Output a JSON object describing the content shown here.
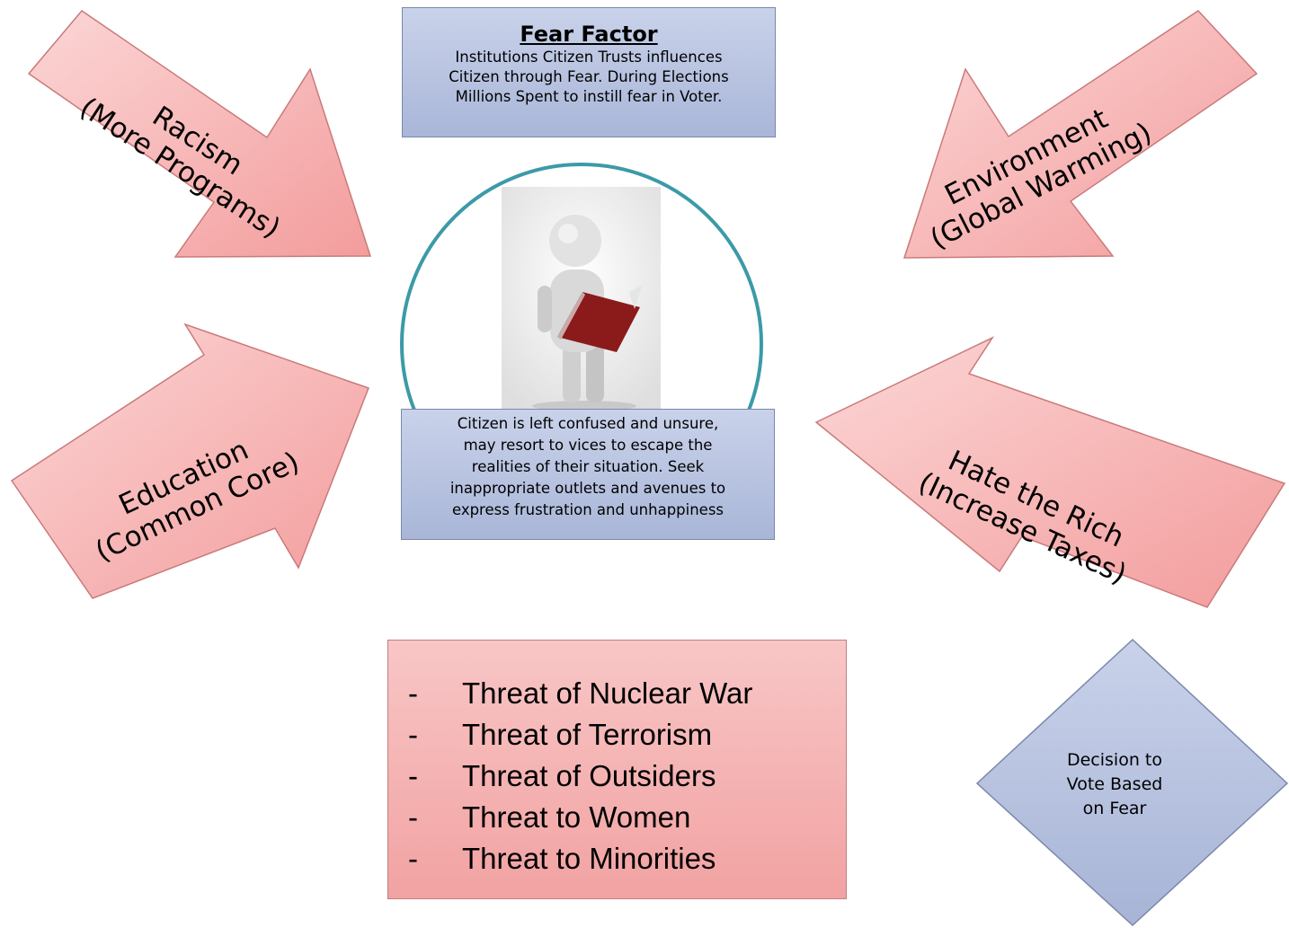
{
  "fear_factor": {
    "title": "Fear Factor",
    "lines": [
      "Institutions Citizen Trusts influences",
      "Citizen through Fear. During Elections",
      "Millions Spent to instill fear in Voter."
    ]
  },
  "arrows": {
    "racism": {
      "line1": "Racism",
      "line2": "(More Programs)"
    },
    "environment": {
      "line1": "Environment",
      "line2": "(Global Warming)"
    },
    "education": {
      "line1": "Education",
      "line2": "(Common Core)"
    },
    "hate_rich": {
      "line1": "Hate the Rich",
      "line2": "(Increase Taxes)"
    }
  },
  "citizen": {
    "lines": [
      "Citizen is left confused and unsure,",
      "may resort to vices to escape the",
      "realities of their situation. Seek",
      "inappropriate outlets and avenues to",
      "express frustration and unhappiness"
    ]
  },
  "threats": {
    "bullet": "-",
    "items": [
      "Threat of Nuclear War",
      "Threat of Terrorism",
      "Threat of Outsiders",
      "Threat to Women",
      "Threat to Minorities"
    ]
  },
  "decision": {
    "lines": [
      "Decision to",
      "Vote Based",
      "on Fear"
    ]
  },
  "colors": {
    "arrow_fill_light": "#fbd0d0",
    "arrow_fill_dark": "#f29a9a",
    "arrow_stroke": "#c97a7a",
    "box_blue": "#b3bfe0",
    "circle_stroke": "#3c9aa8",
    "book": "#8b1a1a"
  },
  "icons": {
    "figure": "person-reading-book-icon"
  }
}
